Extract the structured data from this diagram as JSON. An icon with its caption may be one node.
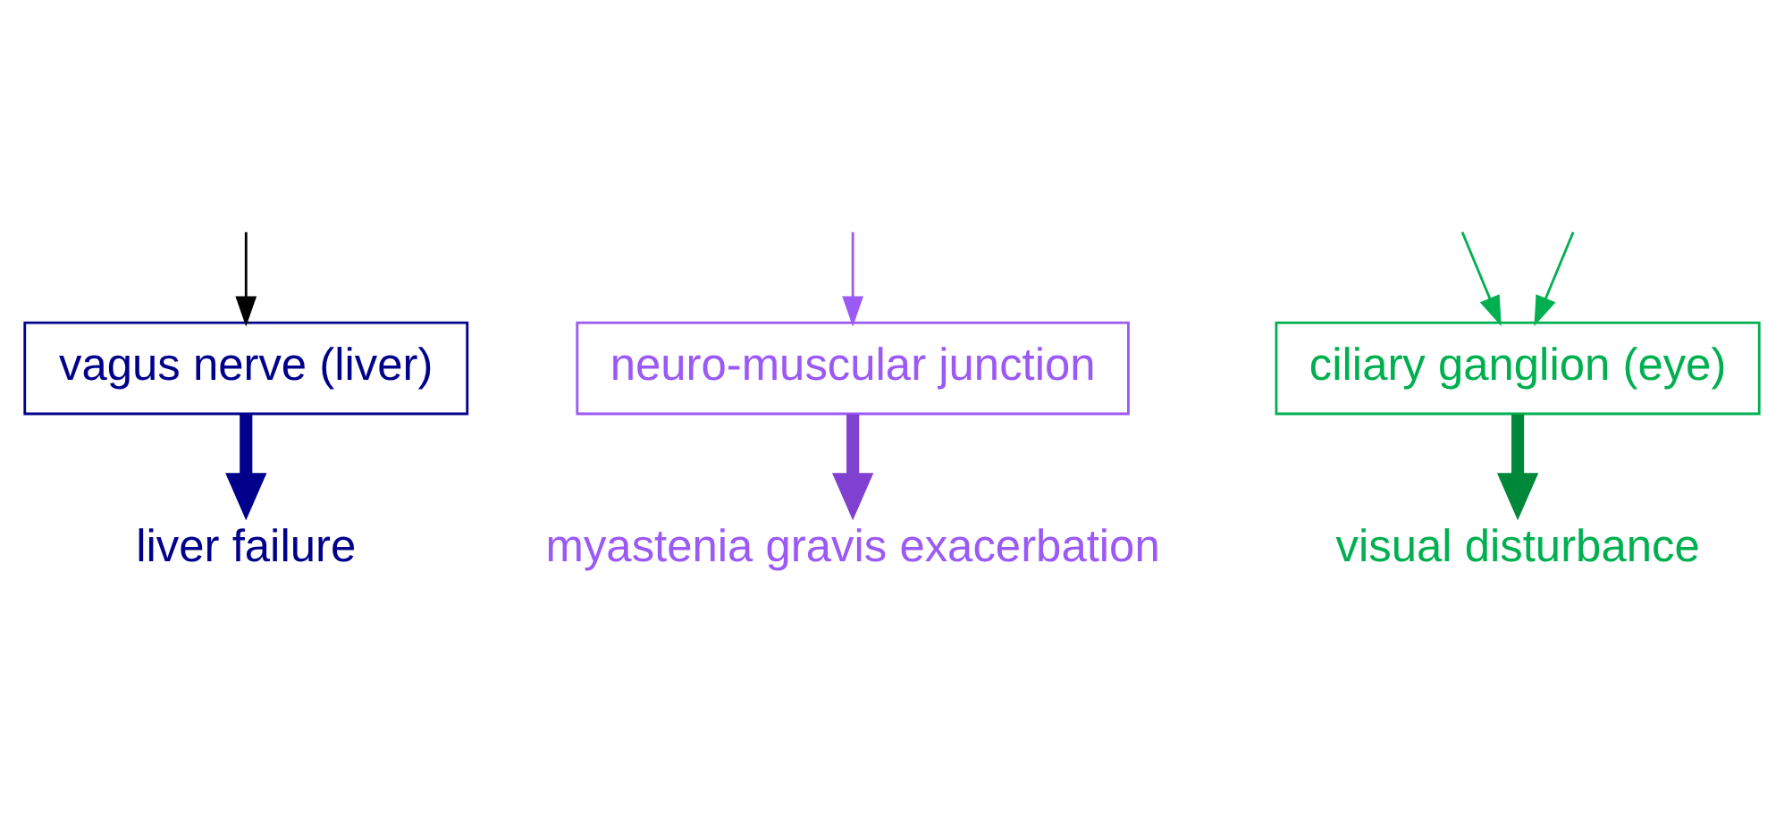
{
  "diagram": {
    "nodes": [
      {
        "text": [
          "vagus nerve (liver)"
        ]
      },
      {
        "text": [
          "liver failure"
        ]
      },
      {
        "text": [
          "neuro-muscular junction"
        ]
      },
      {
        "text": [
          "myastenia gravis exacerbation"
        ]
      },
      {
        "text": [
          "ciliary ganglion (eye)"
        ]
      },
      {
        "text": [
          "visual disturbance"
        ]
      }
    ],
    "edges": [
      {
        "from": null,
        "to": 0,
        "arrow": "to",
        "color": "#000000"
      },
      {
        "from": null,
        "to": 4,
        "arrow": "to",
        "color": "#00b050"
      },
      {
        "from": null,
        "to": 4,
        "arrow": "to",
        "color": "#00b050"
      },
      {
        "from": null,
        "to": 2,
        "arrow": "to",
        "color": "#9b59f5"
      },
      {
        "from": 0,
        "to": 1,
        "arrow": "to",
        "style": "thick",
        "color": "#00008b"
      },
      {
        "from": 2,
        "to": 3,
        "arrow": "to",
        "style": "thick",
        "color": "#8040d0"
      },
      {
        "from": 4,
        "to": 5,
        "arrow": "to",
        "style": "thick",
        "color": "#00883a"
      }
    ]
  }
}
